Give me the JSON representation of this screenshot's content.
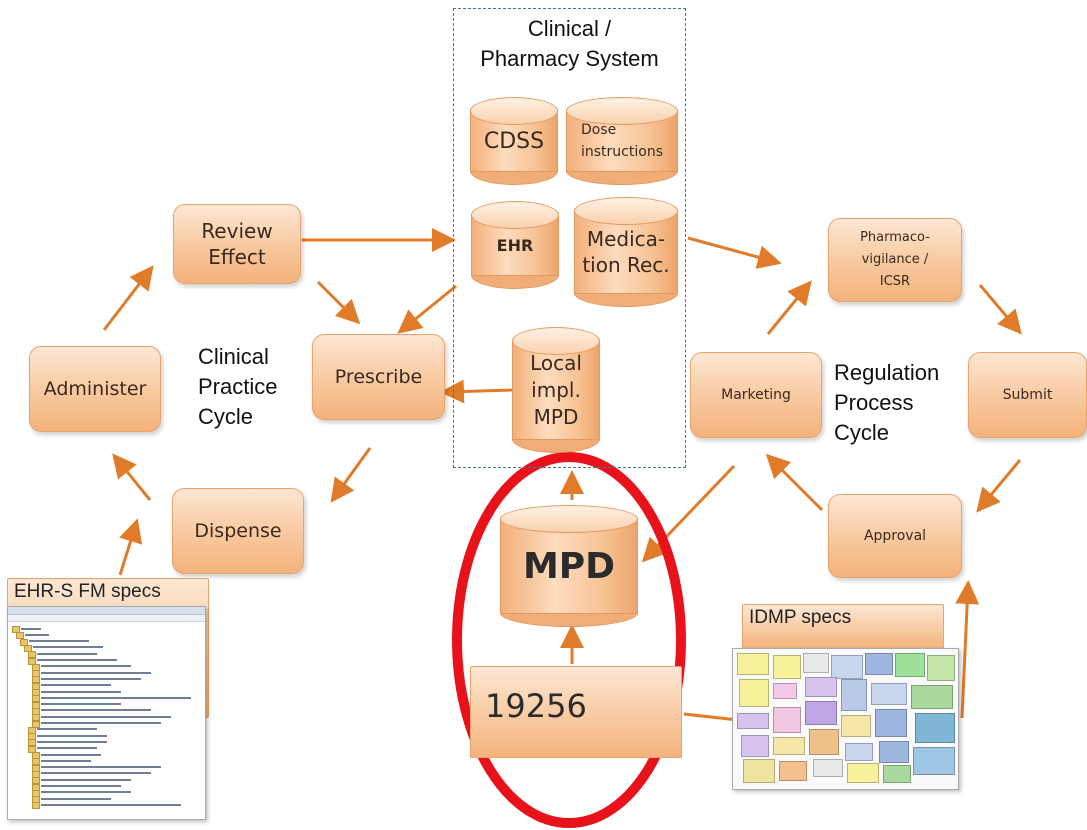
{
  "clinical_system": {
    "title_line1": "Clinical /",
    "title_line2": "Pharmacy System"
  },
  "cylinders": {
    "cdss": "CDSS",
    "dose_line1": "Dose",
    "dose_line2": "instructions",
    "ehr": "EHR",
    "medrec_line1": "Medica-",
    "medrec_line2": "tion Rec.",
    "local_line1": "Local",
    "local_line2": "impl.",
    "local_line3": "MPD",
    "mpd": "MPD"
  },
  "clinical_cycle": {
    "review_line1": "Review",
    "review_line2": "Effect",
    "prescribe": "Prescribe",
    "administer": "Administer",
    "dispense": "Dispense",
    "label_line1": "Clinical",
    "label_line2": "Practice",
    "label_line3": "Cycle"
  },
  "regulation_cycle": {
    "pv_line1": "Pharmaco-",
    "pv_line2": "vigilance /",
    "pv_line3": "ICSR",
    "marketing": "Marketing",
    "submit": "Submit",
    "approval": "Approval",
    "label_line1": "Regulation",
    "label_line2": "Process",
    "label_line3": "Cycle"
  },
  "standard_doc": {
    "label": "19256"
  },
  "specs": {
    "ehrs_label": "EHR-S FM specs",
    "idmp_label": "IDMP specs"
  },
  "colors": {
    "box_fill": "#f8c89e",
    "arrow": "#e07b2a",
    "highlight": "#e8121b",
    "dashed_border": "#4a6fa5"
  }
}
